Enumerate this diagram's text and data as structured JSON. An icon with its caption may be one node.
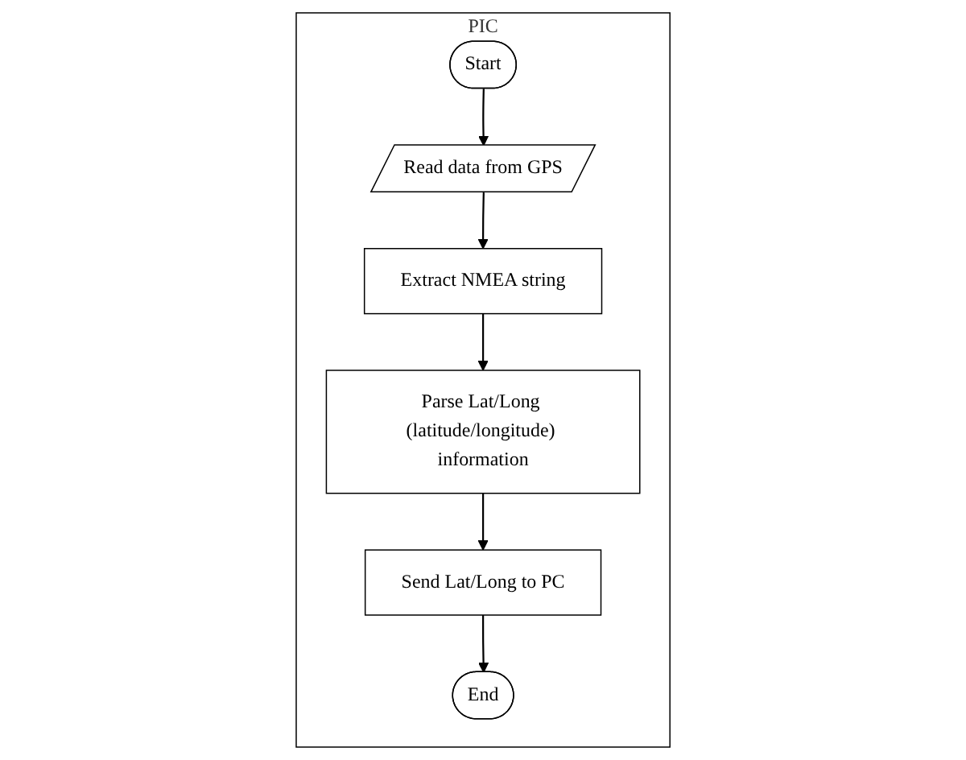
{
  "diagram": {
    "nodes": [
      {
        "text": [
          "PIC"
        ]
      },
      {
        "text": [
          "Start"
        ],
        "in": 0
      },
      {
        "text": [
          "Read data from GPS"
        ],
        "in": 0
      },
      {
        "text": [
          "Extract NMEA string"
        ],
        "in": 0
      },
      {
        "text": [
          "Parse Lat/Long (latitude/longitude) information"
        ],
        "in": 0
      },
      {
        "text": [
          "Send Lat/Long to PC"
        ],
        "in": 0
      },
      {
        "text": [
          "End"
        ],
        "in": 0
      }
    ],
    "edges": [
      {
        "from": 1,
        "to": 2,
        "arrow": "to"
      },
      {
        "from": 2,
        "to": 3,
        "arrow": "to"
      },
      {
        "from": 3,
        "to": 4,
        "arrow": "to"
      },
      {
        "from": 4,
        "to": 5,
        "arrow": "to"
      },
      {
        "from": 5,
        "to": 6,
        "arrow": "to"
      }
    ]
  }
}
